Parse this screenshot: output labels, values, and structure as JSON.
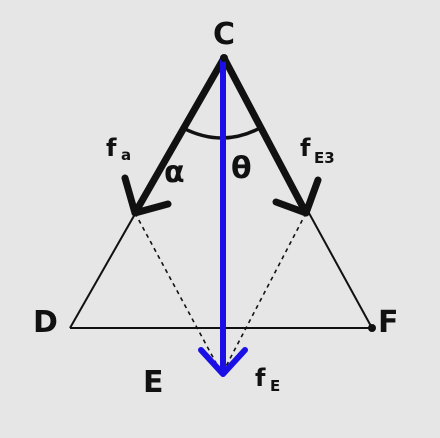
{
  "diagram": {
    "colors": {
      "background": "#e6e6e6",
      "ink": "#111111",
      "resultant": "#1a10e6"
    },
    "points": {
      "C": "C",
      "D": "D",
      "E": "E",
      "F": "F"
    },
    "forces": {
      "fa": {
        "base": "f",
        "sub": "a"
      },
      "fe3": {
        "base": "f",
        "sub": "E3"
      },
      "fe": {
        "base": "f",
        "sub": "E"
      }
    },
    "angles": {
      "alpha": "α",
      "theta": "θ"
    }
  }
}
